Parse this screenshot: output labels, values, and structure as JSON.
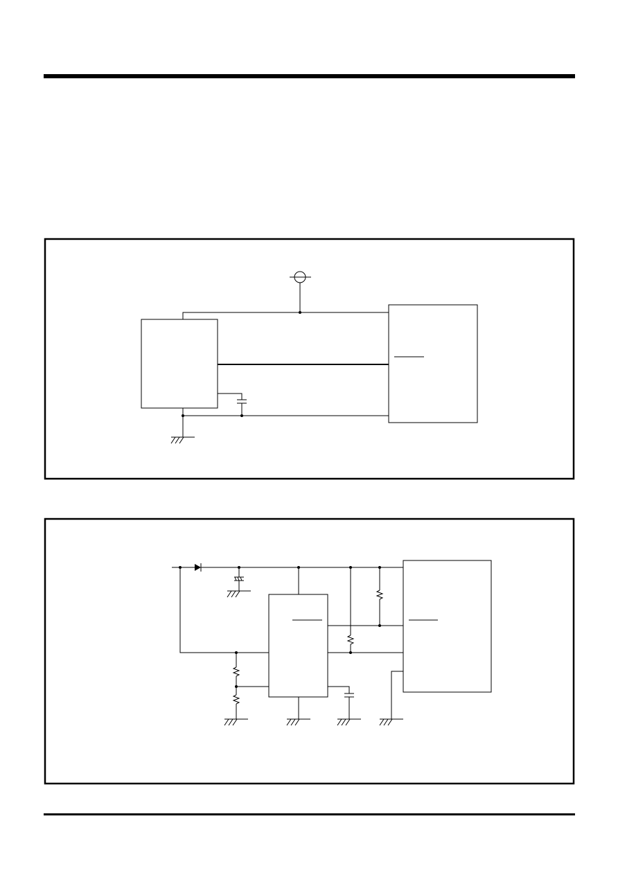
{
  "page": {
    "header_rule": "heavy",
    "footer_rule": "thin"
  },
  "figures": [
    {
      "id": "circuit-1",
      "components": [
        "supply-source",
        "ic-left",
        "ic-right",
        "capacitor",
        "ground"
      ]
    },
    {
      "id": "circuit-2",
      "components": [
        "diode",
        "capacitor-polarized",
        "regulator-ic",
        "resistor-divider",
        "pullup-resistor",
        "pullup-resistor-2",
        "capacitor",
        "target-ic",
        "ground"
      ]
    }
  ]
}
